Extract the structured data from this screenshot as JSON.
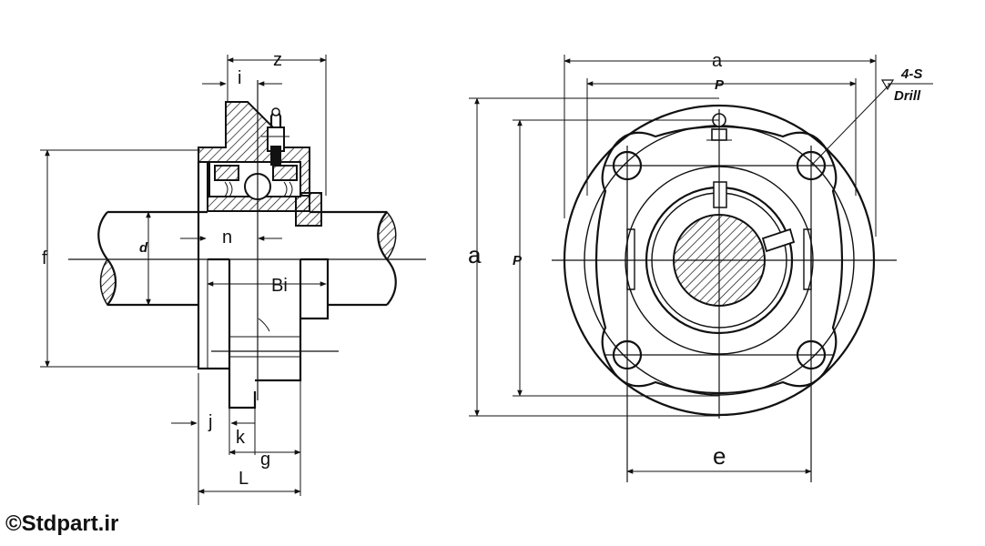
{
  "side_view": {
    "labels": {
      "z": "z",
      "i": "i",
      "f": "f",
      "d": "d",
      "n": "n",
      "Bi": "Bi",
      "j": "j",
      "k": "k",
      "g": "g",
      "L": "L"
    }
  },
  "front_view": {
    "labels": {
      "a_top": "a",
      "P_top": "P",
      "a_left": "a",
      "P_left": "P",
      "e": "e",
      "drill_count": "4-S",
      "drill": "Drill"
    }
  },
  "watermark": "©Stdpart.ir"
}
